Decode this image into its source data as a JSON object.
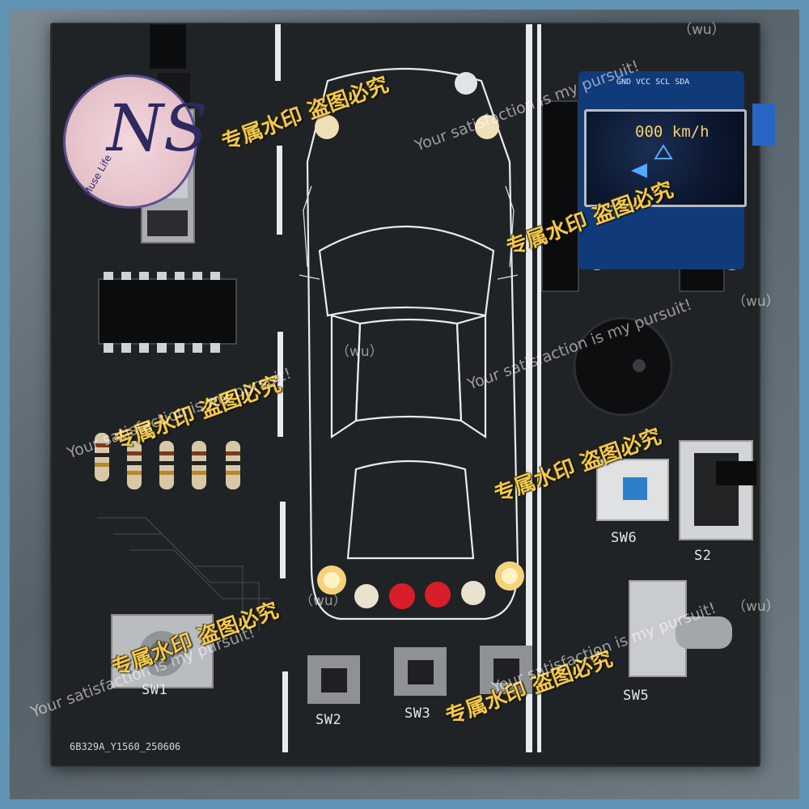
{
  "board": {
    "part_code": "6B329A_Y1560_250606",
    "switch_labels": {
      "sw1": "SW1",
      "sw2": "SW2",
      "sw3": "SW3",
      "sw5": "SW5",
      "sw6": "SW6",
      "s2": "S2"
    },
    "oled": {
      "speed_text": "000 km/h",
      "pin_labels": "GND VCC SCL SDA"
    }
  },
  "watermarks": {
    "cn_text": "专属水印 盗图必究",
    "en_text": "Your satisfaction is my pursuit!",
    "wu_text": "（wu）"
  },
  "logo": {
    "letters": "NS",
    "caption": "Muse Life"
  },
  "colors": {
    "frame": "#5f92b3",
    "board": "#1f2326",
    "silkscreen": "#e9ecef",
    "oled_text": "#f4d06a",
    "led_red": "#d81e28",
    "led_yellow": "#f5d27a",
    "watermark": "#f2c94c"
  }
}
